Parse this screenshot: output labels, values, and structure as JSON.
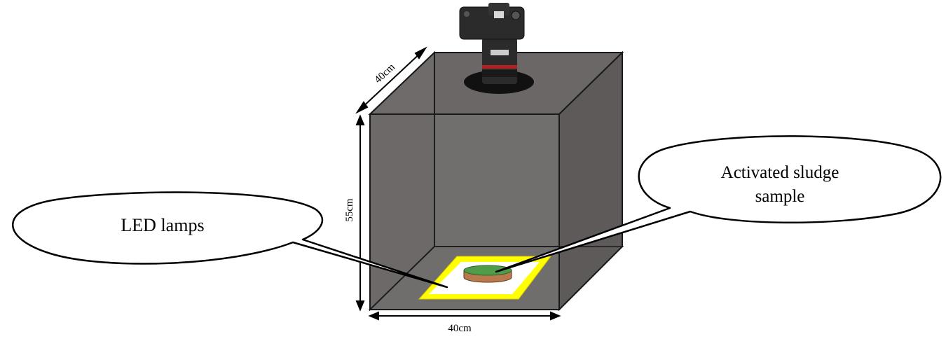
{
  "labels": {
    "led_lamps": "LED lamps",
    "sludge_line1": "Activated sludge",
    "sludge_line2": "sample"
  },
  "dimensions": {
    "depth": "40cm",
    "height": "55cm",
    "width": "40cm"
  },
  "colors": {
    "box_fill": "#6b6767",
    "box_edge": "#1a1a1a",
    "led_frame": "#ffff00",
    "sample_top": "#4f9d4a",
    "sample_body": "#b87a4b",
    "camera_body": "#2b2b2b"
  },
  "icons": {
    "camera": "camera-icon"
  }
}
